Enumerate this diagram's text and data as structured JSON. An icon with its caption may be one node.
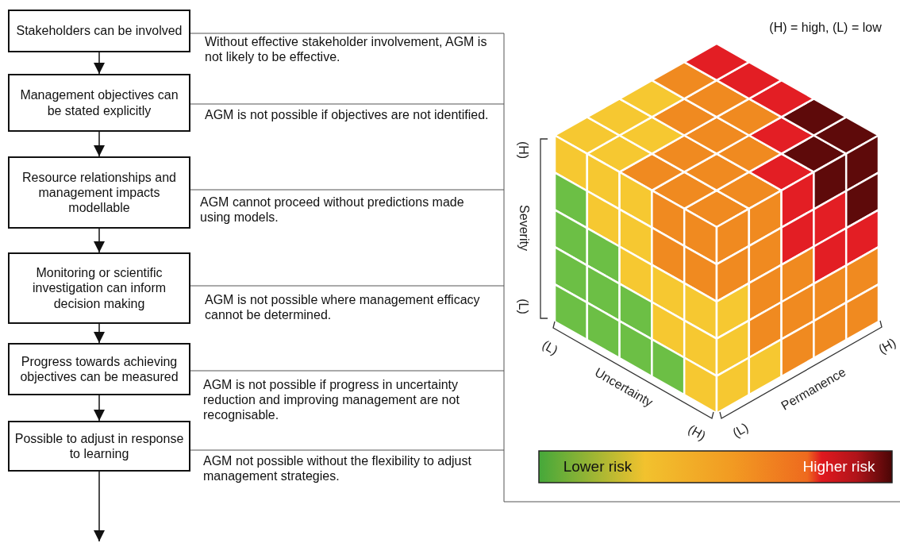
{
  "diagram": {
    "nodes": [
      {
        "text": [
          "Stakeholders can be involved"
        ],
        "beside": [
          "Without effective stakeholder involvement, AGM is not likely to be effective."
        ]
      },
      {
        "text": [
          "Management objectives can be stated explicitly"
        ],
        "beside": [
          "AGM is not possible if objectives are not identified."
        ]
      },
      {
        "text": [
          "Resource relationships and management impacts modellable"
        ],
        "beside": [
          "AGM cannot proceed without predictions made using models."
        ]
      },
      {
        "text": [
          "Monitoring or scientific investigation can inform decision making"
        ],
        "beside": [
          "AGM is not possible where management efficacy cannot be determined."
        ]
      },
      {
        "text": [
          "Progress towards achieving objectives can be measured"
        ],
        "beside": [
          "AGM is not possible if progress in uncertainty reduction and improving management are not recognisable."
        ]
      },
      {
        "text": [
          "Possible to adjust in response to learning"
        ],
        "beside": [
          "AGM not possible without the flexibility to adjust management strategies."
        ]
      }
    ],
    "edges": [
      {
        "from": 0,
        "to": 1,
        "arrow": "to"
      },
      {
        "from": 1,
        "to": 2,
        "arrow": "to"
      },
      {
        "from": 2,
        "to": 3,
        "arrow": "to"
      },
      {
        "from": 3,
        "to": 4,
        "arrow": "to"
      },
      {
        "from": 4,
        "to": 5,
        "arrow": "to"
      },
      {
        "from": 5,
        "to": null,
        "arrow": "to"
      }
    ],
    "labels": [
      "(H) = high, (L) = low",
      "(H)",
      "Severity",
      "(L)",
      "(L)",
      "Uncertainty",
      "(H)",
      "(L)",
      "Permanence",
      "(H)",
      "Lower risk",
      "Higher risk"
    ]
  }
}
